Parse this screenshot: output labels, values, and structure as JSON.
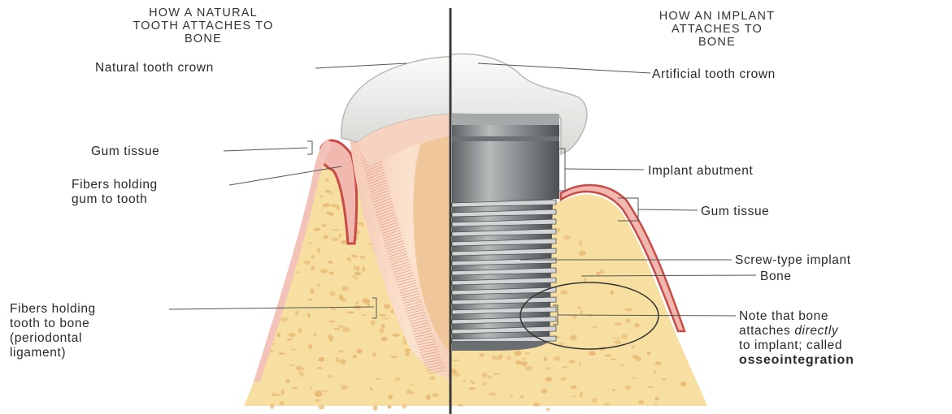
{
  "left_heading": [
    "HOW A NATURAL",
    "TOOTH ATTACHES TO",
    "BONE"
  ],
  "right_heading": [
    "HOW AN IMPLANT",
    "ATTACHES TO",
    "BONE"
  ],
  "labels": {
    "natural_crown": "Natural tooth crown",
    "gum_left": "Gum tissue",
    "fibers_gum": [
      "Fibers holding",
      "gum to tooth"
    ],
    "fibers_bone": [
      "Fibers holding",
      "tooth to bone",
      "(periodontal",
      "ligament)"
    ],
    "artificial_crown": "Artificial tooth crown",
    "abutment": "Implant abutment",
    "gum_right": "Gum tissue",
    "screw": "Screw-type implant",
    "bone": "Bone",
    "note": {
      "line1": "Note that bone",
      "line2_pre": "attaches ",
      "line2_em": "directly",
      "line3": "to implant; called",
      "line4": "osseointegration"
    }
  },
  "colors": {
    "bone_fill": "#f6dfa0",
    "bone_spot": "#e8b873",
    "gum": "#f1b8b0",
    "gum_edge": "#c84b48",
    "crown": "#ececea",
    "pulp": "#f0c79b",
    "implant_metal": "#8f9294",
    "divider": "#3a3a3a"
  }
}
